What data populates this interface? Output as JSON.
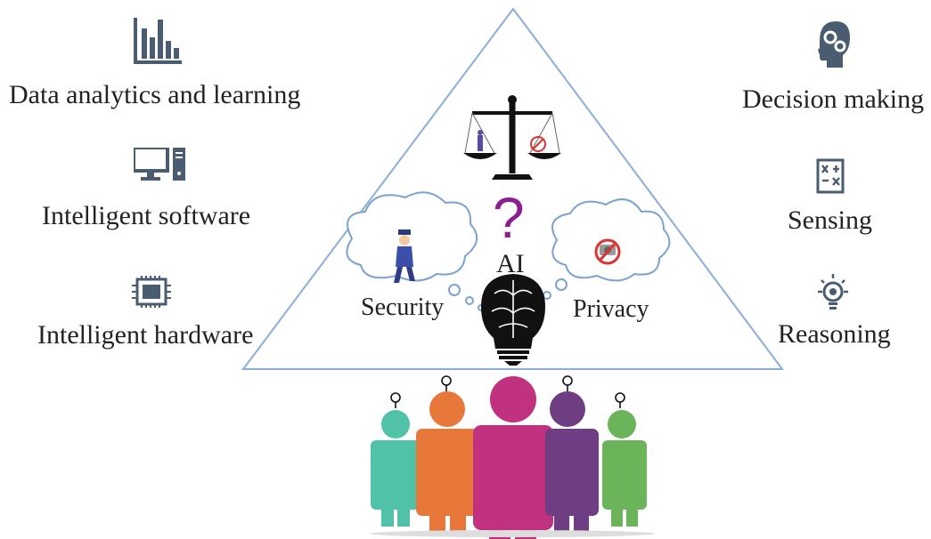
{
  "left_items": [
    {
      "label": "Data analytics and learning",
      "icon": "bar-chart-icon"
    },
    {
      "label": "Intelligent software",
      "icon": "computer-icon"
    },
    {
      "label": "Intelligent hardware",
      "icon": "chip-icon"
    }
  ],
  "right_items": [
    {
      "label": "Decision making",
      "icon": "head-gears-icon"
    },
    {
      "label": "Sensing",
      "icon": "formula-sheet-icon"
    },
    {
      "label": "Reasoning",
      "icon": "lightbulb-icon"
    }
  ],
  "center": {
    "question_mark": "?",
    "ai_label": "AI",
    "security_label": "Security",
    "privacy_label": "Privacy"
  },
  "colors": {
    "triangle": "#8aaed6",
    "icon_slate": "#4a5d70",
    "question": "#8a1d8f",
    "people": [
      "#4fc2a8",
      "#e8773a",
      "#c0317f",
      "#6e3d82",
      "#6bb45a"
    ]
  }
}
